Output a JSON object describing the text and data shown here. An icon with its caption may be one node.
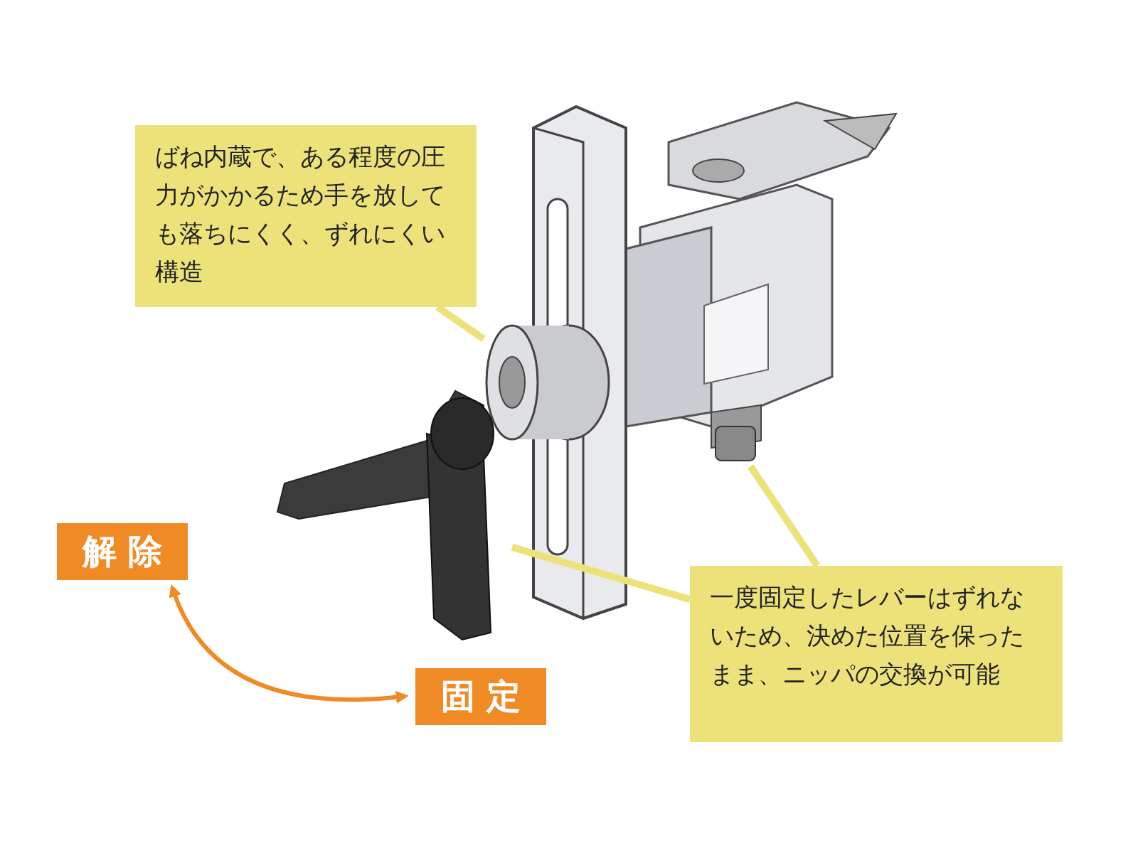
{
  "diagram": {
    "nodes": [
      {
        "text": [
          "ばね内蔵で、ある程度の圧力がかかるため手を放しても落ちにくく、ずれにくい構造"
        ]
      },
      {
        "text": [],
        "shape": "cylinder"
      },
      {
        "text": [
          "一度固定したレバーはずれないため、決めた位置を保ったまま、ニッパの交換が可能"
        ]
      },
      {
        "text": [],
        "shape": "picture"
      },
      {
        "text": [],
        "shape": "box"
      },
      {
        "text": [
          "解除"
        ]
      },
      {
        "text": [
          "固定"
        ]
      }
    ],
    "edges": [
      {
        "from": 0,
        "to": 1,
        "arrow": "none"
      },
      {
        "from": 2,
        "to": 3,
        "arrow": "none"
      },
      {
        "from": 2,
        "to": 4,
        "arrow": "none"
      },
      {
        "from": 5,
        "to": 6,
        "arrow": "both",
        "color": "#f08a24"
      }
    ]
  }
}
